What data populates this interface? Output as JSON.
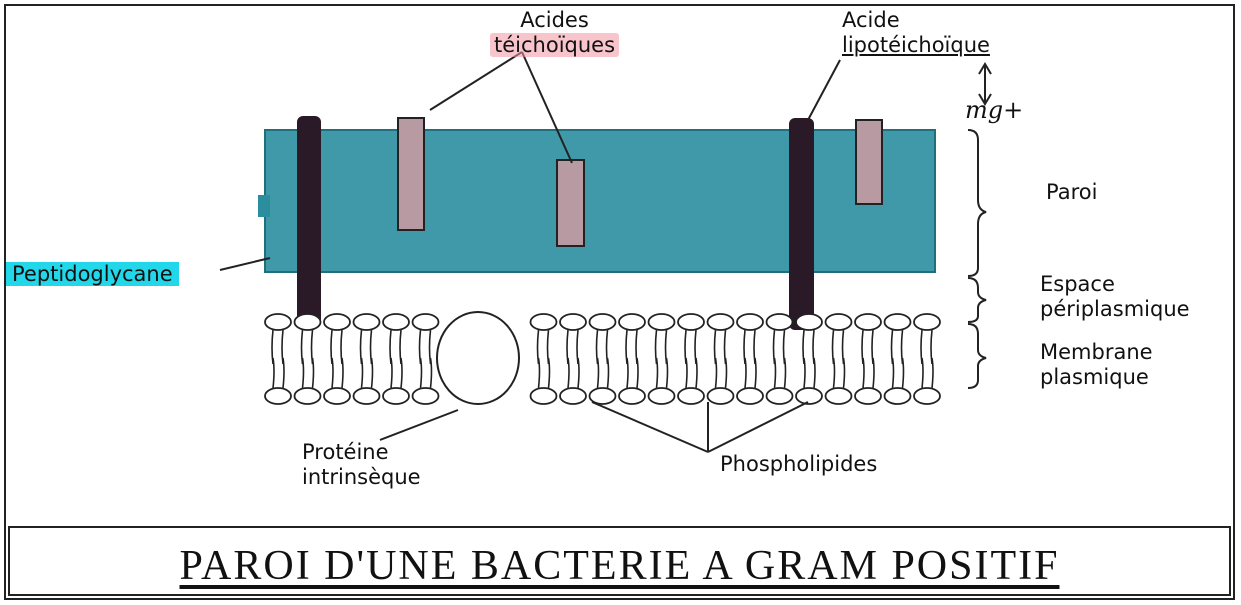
{
  "labels": {
    "teichoic": [
      "Acides",
      "téichoïques"
    ],
    "lipoteichoic": [
      "Acide",
      "lipotéichoïque"
    ],
    "paroi": "Paroi",
    "espace": [
      "Espace",
      "périplasmique"
    ],
    "membrane": [
      "Membrane",
      "plasmique"
    ],
    "peptidoglycane": "Peptidoglycane",
    "proteine": [
      "Protéine",
      "intrinsèque"
    ],
    "phospholipides": "Phospholipides",
    "ion": "mg+"
  },
  "title": "PAROI D'UNE BACTERIE A GRAM POSITIF",
  "colors": {
    "peptidoglycan": "#2a8e9e",
    "teichoic": "#b89ba2",
    "lipoteichoic": "#2a1a28",
    "highlight_cyan": "#22d7ea",
    "highlight_pink": "#f096a0"
  }
}
